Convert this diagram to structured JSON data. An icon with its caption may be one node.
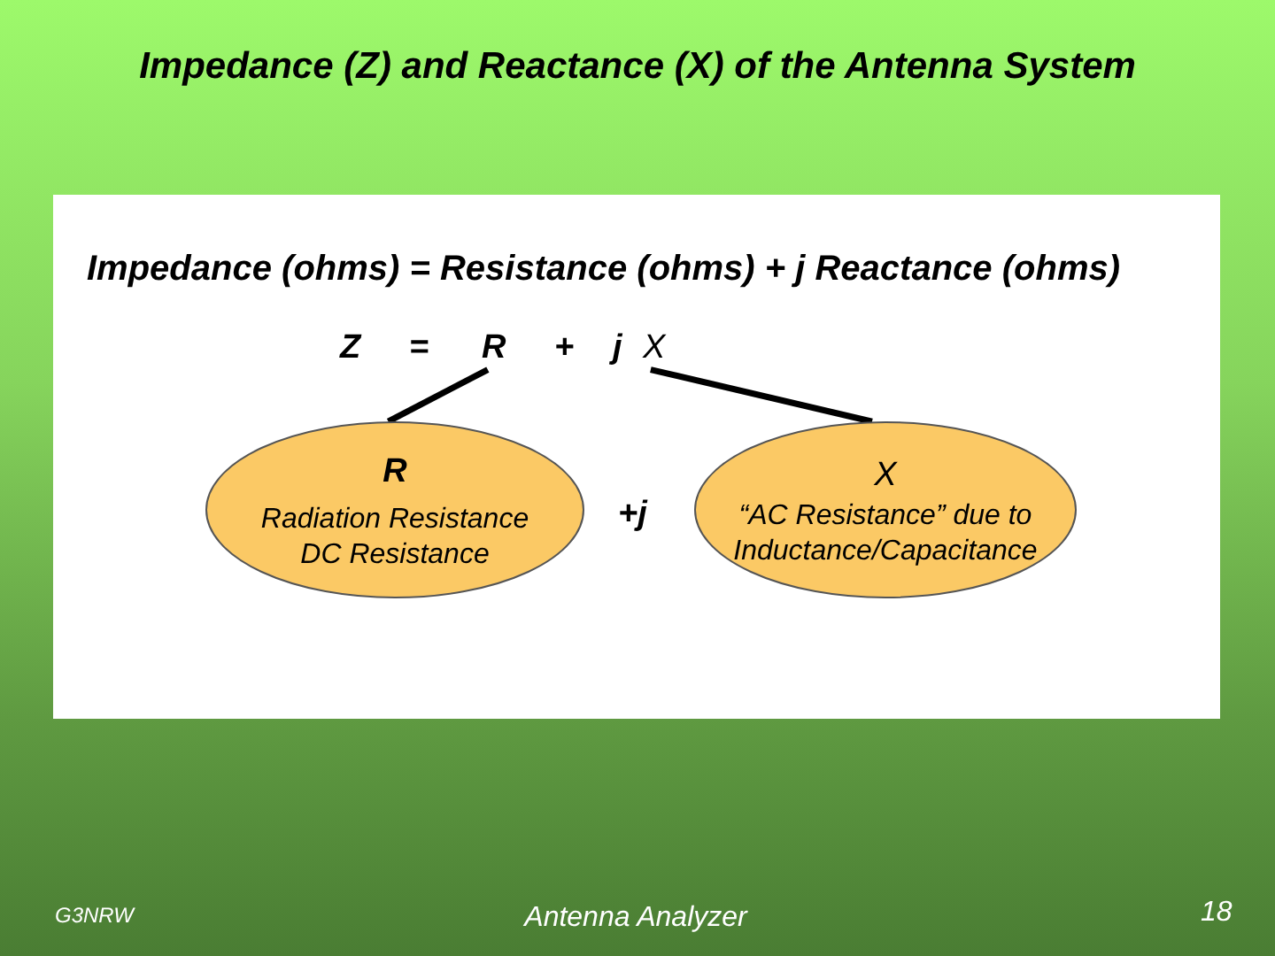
{
  "diagram": {
    "title": "Impedance (Z) and Reactance (X) of the Antenna System",
    "nodes": [
      {
        "text": [
          "Impedance (ohms) = Resistance (ohms) + j Reactance (ohms)"
        ]
      },
      {
        "text": [
          "R"
        ],
        "in": 0
      },
      {
        "text": [
          "X"
        ],
        "in": 0
      },
      {
        "text": [
          "R",
          "Radiation Resistance DC Resistance"
        ],
        "in": 0
      },
      {
        "text": [
          "X",
          "“AC Resistance” due to Inductance/Capacitance"
        ],
        "in": 0
      }
    ],
    "edges": [
      {
        "from": 1,
        "to": 3,
        "arrow": "none"
      },
      {
        "from": 2,
        "to": 4,
        "arrow": "none"
      }
    ],
    "labels": [
      "Z",
      "=",
      "+",
      "j",
      "+j",
      "G3NRW",
      "Antenna Analyzer",
      "18"
    ]
  }
}
